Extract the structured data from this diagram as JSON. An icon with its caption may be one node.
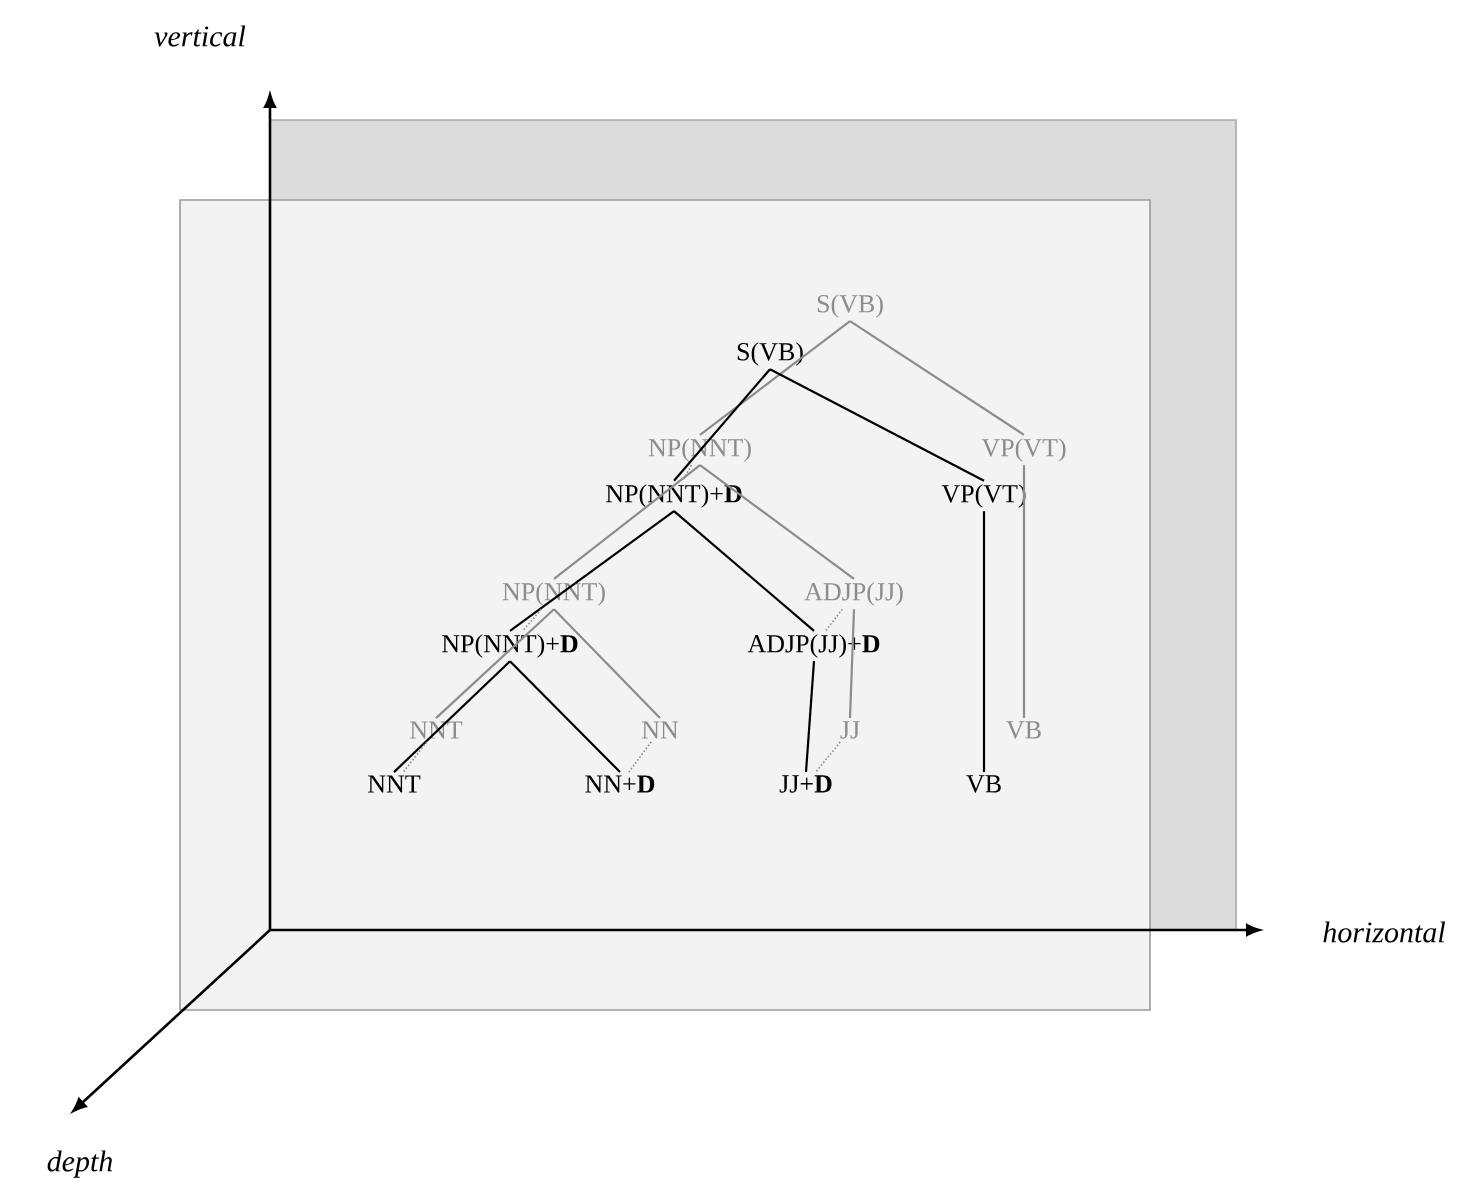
{
  "diagram": {
    "nodes": [
      {
        "text": [
          "S(VB)"
        ]
      },
      {
        "text": [
          "NP(NNT)"
        ]
      },
      {
        "text": [
          "VP(VT)"
        ]
      },
      {
        "text": [
          "NP(NNT)"
        ]
      },
      {
        "text": [
          "ADJP(JJ)"
        ]
      },
      {
        "text": [
          "NNT"
        ]
      },
      {
        "text": [
          "NN"
        ]
      },
      {
        "text": [
          "JJ"
        ]
      },
      {
        "text": [
          "VB"
        ]
      },
      {
        "text": [
          "S(VB)"
        ]
      },
      {
        "text": [
          "NP(NNT)+**D**"
        ]
      },
      {
        "text": [
          "VP(VT)"
        ]
      },
      {
        "text": [
          "NP(NNT)+**D**"
        ]
      },
      {
        "text": [
          "ADJP(JJ)+**D**"
        ]
      },
      {
        "text": [
          "NNT"
        ]
      },
      {
        "text": [
          "NN+**D**"
        ]
      },
      {
        "text": [
          "JJ+**D**"
        ]
      },
      {
        "text": [
          "VB"
        ]
      }
    ],
    "edges": [
      {
        "from": 0,
        "to": 1,
        "arrow": "none",
        "color": "#8c8c8c"
      },
      {
        "from": 0,
        "to": 2,
        "arrow": "none",
        "color": "#8c8c8c"
      },
      {
        "from": 1,
        "to": 3,
        "arrow": "none",
        "color": "#8c8c8c"
      },
      {
        "from": 1,
        "to": 4,
        "arrow": "none",
        "color": "#8c8c8c"
      },
      {
        "from": 3,
        "to": 5,
        "arrow": "none",
        "color": "#8c8c8c"
      },
      {
        "from": 3,
        "to": 6,
        "arrow": "none",
        "color": "#8c8c8c"
      },
      {
        "from": 4,
        "to": 7,
        "arrow": "none",
        "color": "#8c8c8c"
      },
      {
        "from": 2,
        "to": 8,
        "arrow": "none",
        "color": "#8c8c8c"
      },
      {
        "from": 9,
        "to": 10,
        "arrow": "none",
        "color": "#000000"
      },
      {
        "from": 9,
        "to": 11,
        "arrow": "none",
        "color": "#000000"
      },
      {
        "from": 10,
        "to": 12,
        "arrow": "none",
        "color": "#000000"
      },
      {
        "from": 10,
        "to": 13,
        "arrow": "none",
        "color": "#000000"
      },
      {
        "from": 12,
        "to": 14,
        "arrow": "none",
        "color": "#000000"
      },
      {
        "from": 12,
        "to": 15,
        "arrow": "none",
        "color": "#000000"
      },
      {
        "from": 13,
        "to": 16,
        "arrow": "none",
        "color": "#000000"
      },
      {
        "from": 11,
        "to": 17,
        "arrow": "none",
        "color": "#000000"
      },
      {
        "from": 1,
        "to": 10,
        "arrow": "none",
        "style": "dashed",
        "color": "#8c8c8c"
      },
      {
        "from": 3,
        "to": 12,
        "arrow": "none",
        "style": "dashed",
        "color": "#8c8c8c"
      },
      {
        "from": 4,
        "to": 13,
        "arrow": "none",
        "style": "dashed",
        "color": "#8c8c8c"
      },
      {
        "from": 5,
        "to": 14,
        "arrow": "none",
        "style": "dashed",
        "color": "#8c8c8c"
      },
      {
        "from": 6,
        "to": 15,
        "arrow": "none",
        "style": "dashed",
        "color": "#8c8c8c"
      },
      {
        "from": 7,
        "to": 16,
        "arrow": "none",
        "style": "dashed",
        "color": "#8c8c8c"
      }
    ],
    "labels": [
      "vertical",
      "horizontal",
      "depth"
    ]
  }
}
